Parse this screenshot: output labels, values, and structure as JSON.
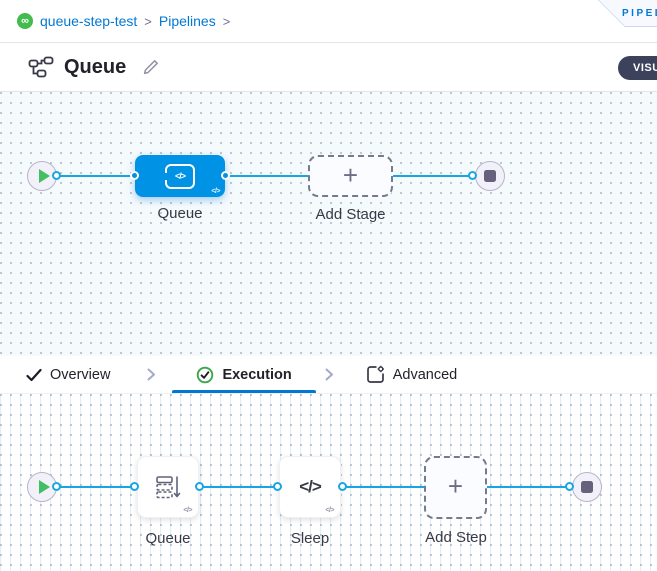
{
  "breadcrumb": {
    "project_label": "queue-step-test",
    "separator": ">",
    "pipelines_label": "Pipelines"
  },
  "ribbon_label": "PIPELINE STUDIO",
  "header": {
    "title": "Queue"
  },
  "view_toggle_label": "VISUAL",
  "icons": {
    "project_glyph": "∞"
  },
  "stage_canvas": {
    "stage_label": "Queue",
    "stage_icon_code": "</>",
    "stage_badge": "</>",
    "add_stage_label": "Add Stage",
    "plus": "+"
  },
  "tabs": {
    "overview_label": "Overview",
    "execution_label": "Execution",
    "advanced_label": "Advanced"
  },
  "step_canvas": {
    "step_queue_label": "Queue",
    "step_sleep_label": "Sleep",
    "sleep_code_icon": "</>",
    "card_badge": "</>",
    "add_step_label": "Add Step",
    "plus": "+"
  },
  "colors": {
    "link_blue": "#0278d5",
    "node_blue": "#0092e4",
    "connector_blue": "#18a6e3",
    "harness_green": "#43bb4e",
    "play_green": "#42be65",
    "active_tab_underline": "#0278d5",
    "toggle_pill_bg": "#3c415c",
    "canvas_tint": "#f5fafd"
  }
}
